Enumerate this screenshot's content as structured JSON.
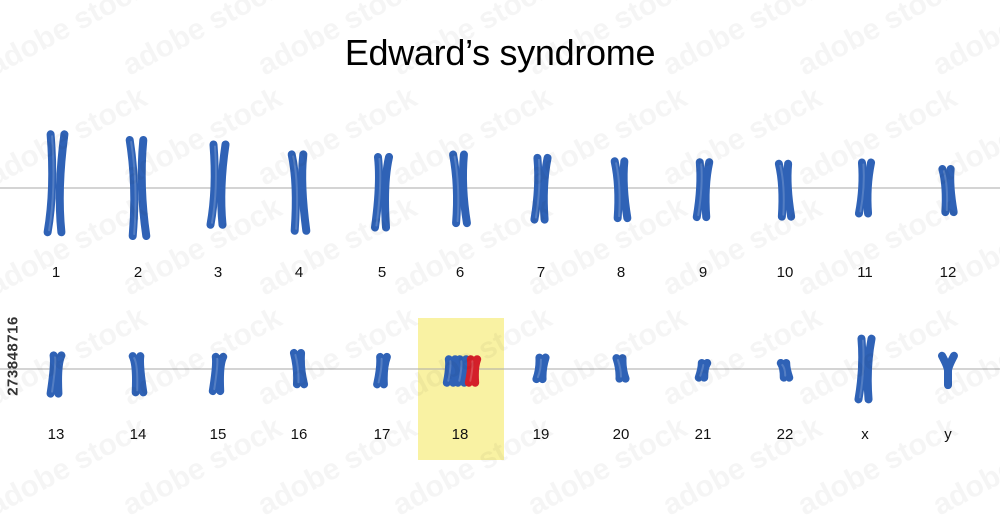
{
  "title": "Edward’s syndrome",
  "side_code": "273848716",
  "colors": {
    "normal": "#2f62b6",
    "extra": "#d4202a",
    "highlight": "#f9f2a3",
    "baseline": "#aaaaaa",
    "background": "#ffffff"
  },
  "watermark_text": "adobe stock",
  "rows": [
    {
      "pairs": [
        {
          "label": "1",
          "size": 1.0,
          "centromere": 0.48,
          "copies": 2,
          "highlight": false
        },
        {
          "label": "2",
          "size": 0.98,
          "centromere": 0.4,
          "copies": 2,
          "highlight": false
        },
        {
          "label": "3",
          "size": 0.82,
          "centromere": 0.47,
          "copies": 2,
          "highlight": false
        },
        {
          "label": "4",
          "size": 0.78,
          "centromere": 0.3,
          "copies": 2,
          "highlight": false
        },
        {
          "label": "5",
          "size": 0.72,
          "centromere": 0.3,
          "copies": 2,
          "highlight": false
        },
        {
          "label": "6",
          "size": 0.7,
          "centromere": 0.38,
          "copies": 2,
          "highlight": false
        },
        {
          "label": "7",
          "size": 0.63,
          "centromere": 0.38,
          "copies": 2,
          "highlight": false
        },
        {
          "label": "8",
          "size": 0.58,
          "centromere": 0.35,
          "copies": 2,
          "highlight": false
        },
        {
          "label": "9",
          "size": 0.56,
          "centromere": 0.35,
          "copies": 2,
          "highlight": false
        },
        {
          "label": "10",
          "size": 0.54,
          "centromere": 0.33,
          "copies": 2,
          "highlight": false
        },
        {
          "label": "11",
          "size": 0.52,
          "centromere": 0.4,
          "copies": 2,
          "highlight": false
        },
        {
          "label": "12",
          "size": 0.44,
          "centromere": 0.3,
          "copies": 2,
          "highlight": false
        }
      ]
    },
    {
      "pairs": [
        {
          "label": "13",
          "size": 0.39,
          "centromere": 0.16,
          "copies": 2,
          "highlight": false
        },
        {
          "label": "14",
          "size": 0.37,
          "centromere": 0.16,
          "copies": 2,
          "highlight": false
        },
        {
          "label": "15",
          "size": 0.35,
          "centromere": 0.16,
          "copies": 2,
          "highlight": false
        },
        {
          "label": "16",
          "size": 0.32,
          "centromere": 0.42,
          "copies": 2,
          "highlight": false
        },
        {
          "label": "17",
          "size": 0.28,
          "centromere": 0.3,
          "copies": 2,
          "highlight": false
        },
        {
          "label": "18",
          "size": 0.24,
          "centromere": 0.26,
          "copies": 3,
          "highlight": true
        },
        {
          "label": "19",
          "size": 0.22,
          "centromere": 0.45,
          "copies": 2,
          "highlight": false
        },
        {
          "label": "20",
          "size": 0.21,
          "centromere": 0.45,
          "copies": 2,
          "highlight": false
        },
        {
          "label": "21",
          "size": 0.15,
          "centromere": 0.25,
          "copies": 2,
          "highlight": false
        },
        {
          "label": "22",
          "size": 0.15,
          "centromere": 0.25,
          "copies": 2,
          "highlight": false
        },
        {
          "label": "x",
          "size": 0.62,
          "centromere": 0.4,
          "copies": 2,
          "highlight": false
        },
        {
          "label": "y",
          "size": 0.3,
          "centromere": 0.25,
          "copies": 1,
          "highlight": false
        }
      ]
    }
  ]
}
